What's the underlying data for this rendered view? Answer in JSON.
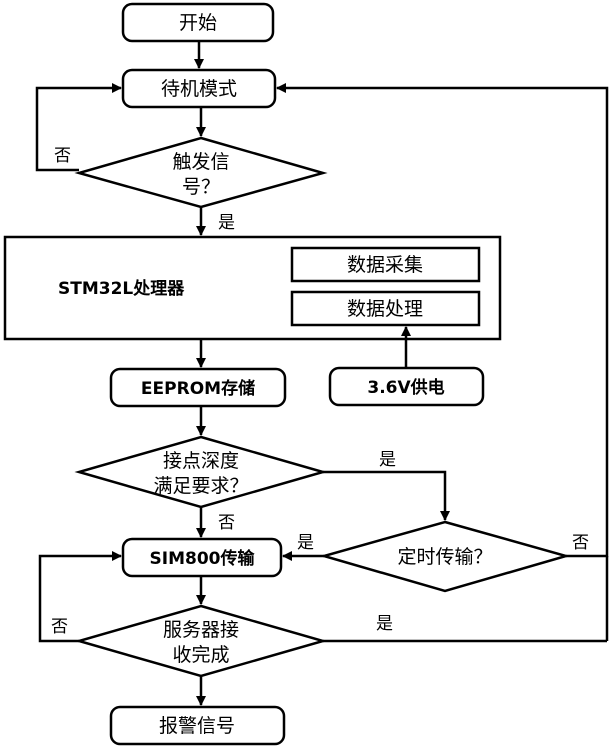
{
  "nodes": {
    "start": "开始",
    "standby": "待机模式",
    "trigger_line1": "触发信",
    "trigger_line2": "号？",
    "processor": "STM32L处理器",
    "collect": "数据采集",
    "process": "数据处理",
    "power": "3.6V供电",
    "eeprom": "EEPROM存储",
    "depth_line1": "接点深度",
    "depth_line2": "满足要求？",
    "timed_transfer": "定时传输？",
    "sim800": "SIM800传输",
    "server_line1": "服务器接",
    "server_line2": "收完成",
    "alarm": "报警信号"
  },
  "labels": {
    "no_trigger": "否",
    "yes_trigger": "是",
    "yes_depth": "是",
    "no_depth": "否",
    "yes_timed": "是",
    "no_timed": "否",
    "no_server": "否",
    "yes_server": "是"
  }
}
